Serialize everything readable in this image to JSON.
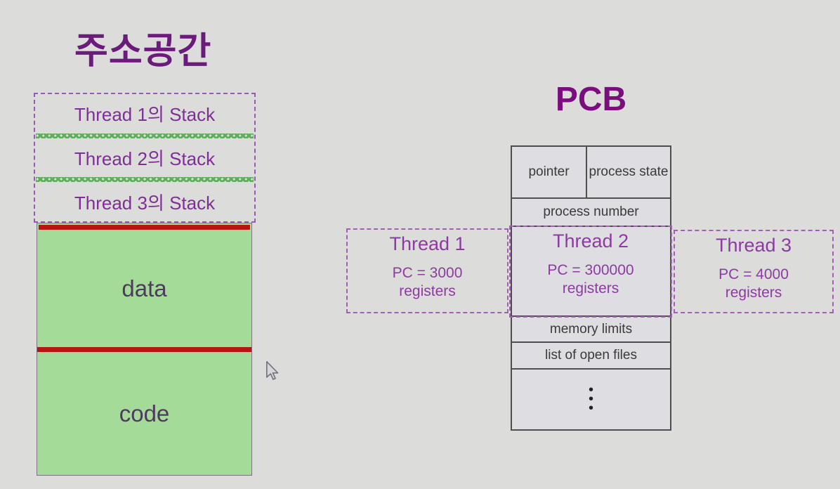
{
  "colors": {
    "background": "#dcdcda",
    "address_space_title": "#6a1b7b",
    "pcb_title": "#7b0e7e",
    "thread_text_purple": "#8d3aa2",
    "stack_label_purple": "#7d2f96",
    "dashed_border_purple": "#9b59b6",
    "zigzag_green": "#5fae5c",
    "memory_fill_green": "#a5db98",
    "divider_red": "#b91312",
    "table_fill": "#dedde1",
    "table_border": "#4e4e4e",
    "table_text": "#3a3a3a"
  },
  "address_space": {
    "title": "주소공간",
    "stack_sections": [
      {
        "label": "Thread 1의 Stack"
      },
      {
        "label": "Thread 2의 Stack"
      },
      {
        "label": "Thread 3의 Stack"
      }
    ],
    "segments": {
      "data": "data",
      "code": "code"
    }
  },
  "pcb": {
    "title": "PCB",
    "rows": {
      "pointer": "pointer",
      "process_state": "process state",
      "process_number": "process number",
      "memory_limits": "memory limits",
      "open_files": "list of open files"
    },
    "dots": [
      "•",
      "•",
      "•"
    ],
    "threads": [
      {
        "name": "Thread 1",
        "pc": "PC = 3000",
        "registers": "registers"
      },
      {
        "name": "Thread 2",
        "pc": "PC = 300000",
        "registers": "registers"
      },
      {
        "name": "Thread 3",
        "pc": "PC = 4000",
        "registers": "registers"
      }
    ]
  },
  "cursor": {
    "type": "arrow-pointer"
  }
}
